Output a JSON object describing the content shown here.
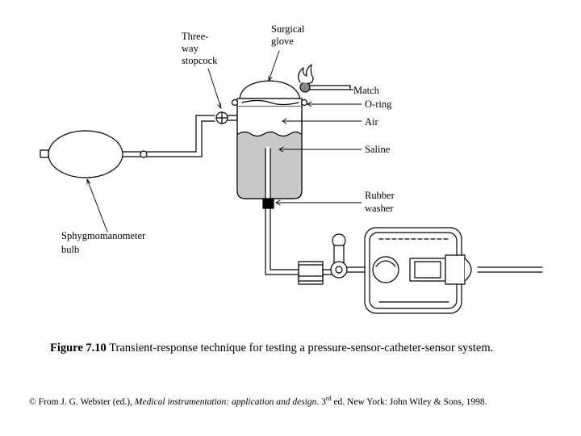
{
  "labels": {
    "stopcock": [
      "Three-",
      "way",
      "stopcock"
    ],
    "glove": [
      "Surgical",
      "glove"
    ],
    "match": "Match",
    "oring": "O-ring",
    "air": "Air",
    "saline": "Saline",
    "washer": [
      "Rubber",
      "washer"
    ],
    "bulb": [
      "Sphygmomanometer",
      "bulb"
    ]
  },
  "caption": {
    "figure_number": "Figure 7.10",
    "text": "Transient-response technique for testing a pressure-sensor-catheter-sensor system."
  },
  "credit": {
    "prefix": "© From J. G. Webster (ed.),",
    "book": "Medical instrumentation: application and design",
    "edition_number": ". 3",
    "edition_sup": "rd",
    "suffix": "ed. New York: John Wiley & Sons, 1998."
  }
}
